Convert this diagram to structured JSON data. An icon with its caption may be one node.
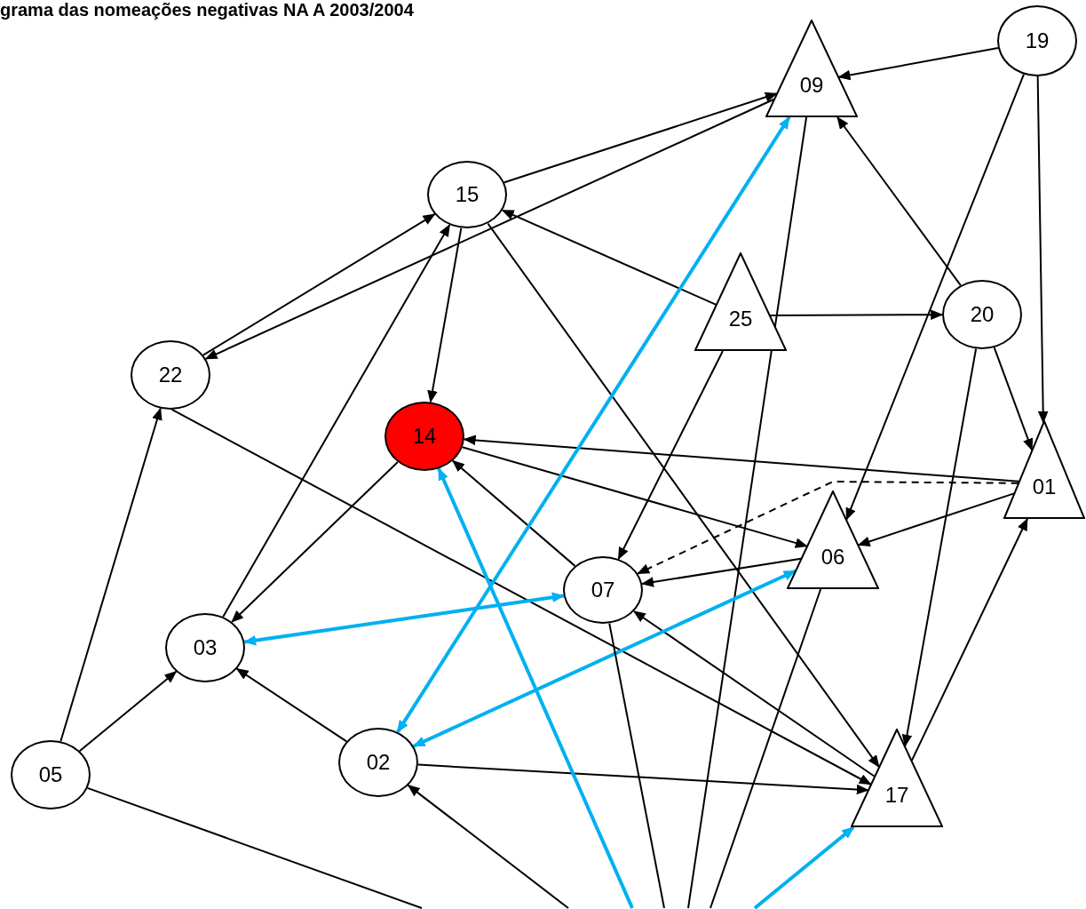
{
  "diagram": {
    "title": "grama das nomeações negativas NA A 2003/2004",
    "nodes": [
      {
        "text": [
          "19"
        ]
      },
      {
        "text": [
          "09"
        ]
      },
      {
        "text": [
          "15"
        ]
      },
      {
        "text": [
          "25"
        ]
      },
      {
        "text": [
          "20"
        ]
      },
      {
        "text": [
          "22"
        ]
      },
      {
        "text": [
          "14"
        ]
      },
      {
        "text": [
          "01"
        ]
      },
      {
        "text": [
          "06"
        ]
      },
      {
        "text": [
          "07"
        ]
      },
      {
        "text": [
          "03"
        ]
      },
      {
        "text": [
          "05"
        ]
      },
      {
        "text": [
          "02"
        ]
      },
      {
        "text": [
          "17"
        ]
      }
    ],
    "edges": [
      {
        "from": 0,
        "to": 1,
        "arrow": "to"
      },
      {
        "from": 0,
        "to": 8,
        "arrow": "to"
      },
      {
        "from": 0,
        "to": 7,
        "arrow": "to"
      },
      {
        "from": 2,
        "to": 1,
        "arrow": "to"
      },
      {
        "from": 1,
        "to": 5,
        "arrow": "to"
      },
      {
        "from": 1,
        "to": null,
        "arrow": "none"
      },
      {
        "from": 4,
        "to": 1,
        "arrow": "to"
      },
      {
        "from": 3,
        "to": 2,
        "arrow": "to"
      },
      {
        "from": 3,
        "to": 4,
        "arrow": "to"
      },
      {
        "from": 3,
        "to": 9,
        "arrow": "to"
      },
      {
        "from": 2,
        "to": 6,
        "arrow": "to"
      },
      {
        "from": 2,
        "to": 13,
        "arrow": "to"
      },
      {
        "from": 5,
        "to": 2,
        "arrow": "to"
      },
      {
        "from": 10,
        "to": 2,
        "arrow": "to"
      },
      {
        "from": 11,
        "to": 5,
        "arrow": "to"
      },
      {
        "from": 11,
        "to": 10,
        "arrow": "to"
      },
      {
        "from": 11,
        "to": null,
        "arrow": "none"
      },
      {
        "from": 5,
        "to": 13,
        "arrow": "to"
      },
      {
        "from": 6,
        "to": 10,
        "arrow": "to"
      },
      {
        "from": 6,
        "to": 8,
        "arrow": "to"
      },
      {
        "from": 9,
        "to": 6,
        "arrow": "to"
      },
      {
        "from": 7,
        "to": 6,
        "arrow": "to"
      },
      {
        "from": 7,
        "to": 9,
        "arrow": "to",
        "style": "dashed"
      },
      {
        "from": 7,
        "to": 8,
        "arrow": "to"
      },
      {
        "from": 8,
        "to": 9,
        "arrow": "to"
      },
      {
        "from": 4,
        "to": 7,
        "arrow": "to"
      },
      {
        "from": 4,
        "to": 13,
        "arrow": "to"
      },
      {
        "from": 13,
        "to": 7,
        "arrow": "to"
      },
      {
        "from": 13,
        "to": 9,
        "arrow": "to"
      },
      {
        "from": 12,
        "to": 10,
        "arrow": "to"
      },
      {
        "from": 12,
        "to": 13,
        "arrow": "to"
      },
      {
        "from": 12,
        "to": 1,
        "arrow": "both",
        "style": "thick",
        "color": "#00b0f0"
      },
      {
        "from": 10,
        "to": 9,
        "arrow": "both",
        "style": "thick",
        "color": "#00b0f0"
      },
      {
        "from": 12,
        "to": 8,
        "arrow": "both",
        "style": "thick",
        "color": "#00b0f0"
      },
      {
        "from": null,
        "to": 6,
        "arrow": "to",
        "style": "thick",
        "color": "#00b0f0"
      },
      {
        "from": null,
        "to": 13,
        "arrow": "to",
        "style": "thick",
        "color": "#00b0f0"
      },
      {
        "from": 8,
        "to": null,
        "arrow": "none"
      },
      {
        "from": 9,
        "to": null,
        "arrow": "none"
      },
      {
        "from": null,
        "to": 12,
        "arrow": "to"
      }
    ]
  }
}
